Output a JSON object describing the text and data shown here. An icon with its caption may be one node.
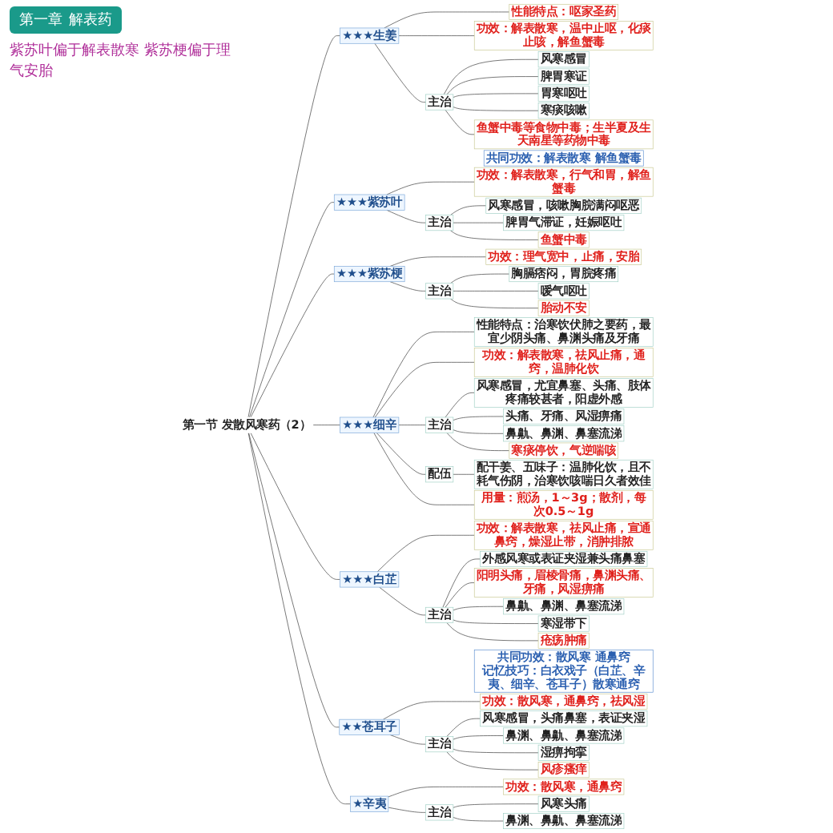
{
  "diagram": {
    "nodes": [
      {
        "text": [
          "第一节 发散风寒药（2）"
        ]
      },
      {
        "text": [
          "★★★生姜"
        ]
      },
      {
        "text": [
          "性能特点：呕家圣药"
        ]
      },
      {
        "text": [
          "功效：解表散寒，温中止呕，化痰止咳，解鱼蟹毒"
        ]
      },
      {
        "text": [
          "主治"
        ]
      },
      {
        "text": [
          "风寒感冒"
        ]
      },
      {
        "text": [
          "脾胃寒证"
        ]
      },
      {
        "text": [
          "胃寒呕吐"
        ]
      },
      {
        "text": [
          "寒痰咳嗽"
        ]
      },
      {
        "text": [
          "鱼蟹中毒等食物中毒；生半夏及生天南星等药物中毒"
        ]
      },
      {
        "text": [
          "★★★紫苏叶"
        ]
      },
      {
        "text": [
          "功效：解表散寒，行气和胃，解鱼蟹毒"
        ]
      },
      {
        "text": [
          "主治"
        ]
      },
      {
        "text": [
          "风寒感冒，咳嗽胸脘满闷呕恶"
        ]
      },
      {
        "text": [
          "脾胃气滞证，妊娠呕吐"
        ]
      },
      {
        "text": [
          "鱼蟹中毒"
        ]
      },
      {
        "text": [
          "★★★紫苏梗"
        ]
      },
      {
        "text": [
          "功效：理气宽中，止痛，安胎"
        ]
      },
      {
        "text": [
          "主治"
        ]
      },
      {
        "text": [
          "胸膈痞闷，胃脘疼痛"
        ]
      },
      {
        "text": [
          "嗳气呕吐"
        ]
      },
      {
        "text": [
          "胎动不安"
        ]
      },
      {
        "text": [
          "★★★细辛"
        ]
      },
      {
        "text": [
          "性能特点：治寒饮伏肺之要药，最宜少阴头痛、鼻渊头痛及牙痛"
        ]
      },
      {
        "text": [
          "功效：解表散寒，祛风止痛，通窍，温肺化饮"
        ]
      },
      {
        "text": [
          "主治"
        ]
      },
      {
        "text": [
          "风寒感冒，尤宜鼻塞、头痛、肢体疼痛较甚者，阳虚外感"
        ]
      },
      {
        "text": [
          "头痛、牙痛、风湿痹痛"
        ]
      },
      {
        "text": [
          "鼻鼽、鼻渊、鼻塞流涕"
        ]
      },
      {
        "text": [
          "寒痰停饮，气逆喘咳"
        ]
      },
      {
        "text": [
          "配伍"
        ]
      },
      {
        "text": [
          "配干姜、五味子：温肺化饮，且不耗气伤阴，治寒饮咳喘日久者效佳"
        ]
      },
      {
        "text": [
          "用量：煎汤，1～3g；散剂，每次0.5～1g"
        ]
      },
      {
        "text": [
          "★★★白芷"
        ]
      },
      {
        "text": [
          "功效：解表散寒，祛风止痛，宣通鼻窍，燥湿止带，消肿排脓"
        ]
      },
      {
        "text": [
          "主治"
        ]
      },
      {
        "text": [
          "外感风寒或表证夹湿兼头痛鼻塞"
        ]
      },
      {
        "text": [
          "阳明头痛，眉棱骨痛，鼻渊头痛、牙痛，风湿痹痛"
        ]
      },
      {
        "text": [
          "鼻鼽、鼻渊、鼻塞流涕"
        ]
      },
      {
        "text": [
          "寒湿带下"
        ]
      },
      {
        "text": [
          "疮疡肿痛"
        ]
      },
      {
        "text": [
          "★★苍耳子"
        ]
      },
      {
        "text": [
          "功效：散风寒，通鼻窍，祛风湿"
        ]
      },
      {
        "text": [
          "主治"
        ]
      },
      {
        "text": [
          "风寒感冒，头痛鼻塞，表证夹湿"
        ]
      },
      {
        "text": [
          "鼻渊、鼻鼽、鼻塞流涕"
        ]
      },
      {
        "text": [
          "湿痹拘挛"
        ]
      },
      {
        "text": [
          "风疹瘙痒"
        ]
      },
      {
        "text": [
          "★辛夷"
        ]
      },
      {
        "text": [
          "功效：散风寒，通鼻窍"
        ]
      },
      {
        "text": [
          "主治"
        ]
      },
      {
        "text": [
          "风寒头痛"
        ]
      },
      {
        "text": [
          "鼻渊、鼻鼽、鼻塞流涕"
        ]
      },
      {
        "text": [
          "共同功效：解表散寒 解鱼蟹毒"
        ]
      },
      {
        "text": [
          "共同功效：散风寒 通鼻窍",
          "记忆技巧：白衣戏子（白芷、辛夷、细辛、苍耳子）散寒通窍"
        ]
      }
    ],
    "edges": [
      {
        "from": 0,
        "to": 1,
        "arrow": "none"
      },
      {
        "from": 1,
        "to": 2,
        "arrow": "none"
      },
      {
        "from": 1,
        "to": 3,
        "arrow": "none"
      },
      {
        "from": 1,
        "to": 4,
        "arrow": "none"
      },
      {
        "from": 4,
        "to": 5,
        "arrow": "none"
      },
      {
        "from": 4,
        "to": 6,
        "arrow": "none"
      },
      {
        "from": 4,
        "to": 7,
        "arrow": "none"
      },
      {
        "from": 4,
        "to": 8,
        "arrow": "none"
      },
      {
        "from": 4,
        "to": 9,
        "arrow": "none"
      },
      {
        "from": 0,
        "to": 10,
        "arrow": "none"
      },
      {
        "from": 10,
        "to": 11,
        "arrow": "none"
      },
      {
        "from": 10,
        "to": 12,
        "arrow": "none"
      },
      {
        "from": 12,
        "to": 13,
        "arrow": "none"
      },
      {
        "from": 12,
        "to": 14,
        "arrow": "none"
      },
      {
        "from": 12,
        "to": 15,
        "arrow": "none"
      },
      {
        "from": 0,
        "to": 16,
        "arrow": "none"
      },
      {
        "from": 16,
        "to": 17,
        "arrow": "none"
      },
      {
        "from": 16,
        "to": 18,
        "arrow": "none"
      },
      {
        "from": 18,
        "to": 19,
        "arrow": "none"
      },
      {
        "from": 18,
        "to": 20,
        "arrow": "none"
      },
      {
        "from": 18,
        "to": 21,
        "arrow": "none"
      },
      {
        "from": 0,
        "to": 22,
        "arrow": "none"
      },
      {
        "from": 22,
        "to": 23,
        "arrow": "none"
      },
      {
        "from": 22,
        "to": 24,
        "arrow": "none"
      },
      {
        "from": 22,
        "to": 25,
        "arrow": "none"
      },
      {
        "from": 25,
        "to": 26,
        "arrow": "none"
      },
      {
        "from": 25,
        "to": 27,
        "arrow": "none"
      },
      {
        "from": 25,
        "to": 28,
        "arrow": "none"
      },
      {
        "from": 25,
        "to": 29,
        "arrow": "none"
      },
      {
        "from": 22,
        "to": 30,
        "arrow": "none"
      },
      {
        "from": 30,
        "to": 31,
        "arrow": "none"
      },
      {
        "from": 22,
        "to": 32,
        "arrow": "none"
      },
      {
        "from": 0,
        "to": 33,
        "arrow": "none"
      },
      {
        "from": 33,
        "to": 34,
        "arrow": "none"
      },
      {
        "from": 33,
        "to": 35,
        "arrow": "none"
      },
      {
        "from": 35,
        "to": 36,
        "arrow": "none"
      },
      {
        "from": 35,
        "to": 37,
        "arrow": "none"
      },
      {
        "from": 35,
        "to": 38,
        "arrow": "none"
      },
      {
        "from": 35,
        "to": 39,
        "arrow": "none"
      },
      {
        "from": 35,
        "to": 40,
        "arrow": "none"
      },
      {
        "from": 0,
        "to": 41,
        "arrow": "none"
      },
      {
        "from": 41,
        "to": 42,
        "arrow": "none"
      },
      {
        "from": 41,
        "to": 43,
        "arrow": "none"
      },
      {
        "from": 43,
        "to": 44,
        "arrow": "none"
      },
      {
        "from": 43,
        "to": 45,
        "arrow": "none"
      },
      {
        "from": 43,
        "to": 46,
        "arrow": "none"
      },
      {
        "from": 43,
        "to": 47,
        "arrow": "none"
      },
      {
        "from": 0,
        "to": 48,
        "arrow": "none"
      },
      {
        "from": 48,
        "to": 49,
        "arrow": "none"
      },
      {
        "from": 48,
        "to": 50,
        "arrow": "none"
      },
      {
        "from": 50,
        "to": 51,
        "arrow": "none"
      },
      {
        "from": 50,
        "to": 52,
        "arrow": "none"
      }
    ],
    "labels": [
      "第一章",
      "解表药",
      "紫苏叶偏于解表散寒 紫苏梗偏于理气安胎"
    ]
  }
}
